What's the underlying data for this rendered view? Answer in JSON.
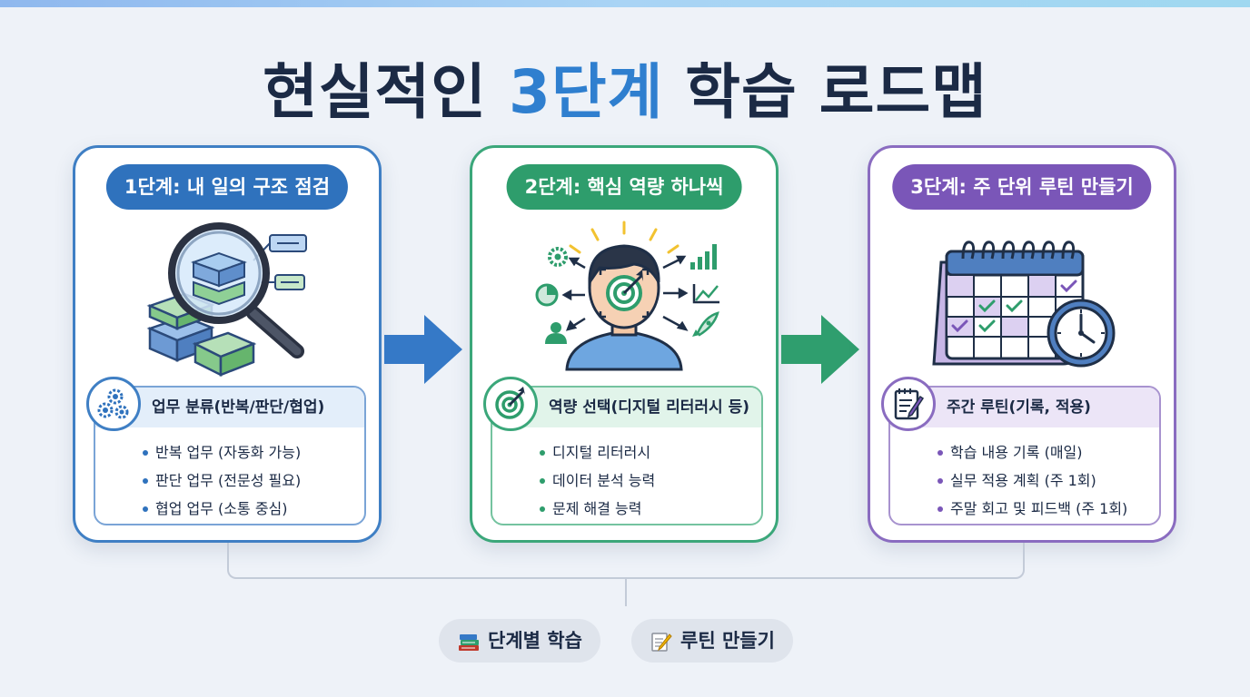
{
  "title": {
    "prefix": "현실적인 ",
    "accent": "3단계",
    "suffix": " 학습 로드맵"
  },
  "colors": {
    "stage1": "#2f72bd",
    "stage2": "#2e9d6c",
    "stage3": "#7a56b8",
    "text": "#1b2a45"
  },
  "stages": [
    {
      "title": "1단계: 내 일의 구조 점검",
      "illustration": "magnifier-over-stacked-blocks",
      "badge_icon": "gears-icon",
      "box_title": "업무 분류(반복/판단/협업)",
      "items": [
        "반복 업무 (자동화 가능)",
        "판단 업무 (전문성 필요)",
        "협업 업무 (소통 중심)"
      ]
    },
    {
      "title": "2단계: 핵심 역량 하나씩",
      "illustration": "person-with-target-and-skills",
      "badge_icon": "target-icon",
      "box_title": "역량 선택(디지털 리터러시 등)",
      "items": [
        "디지털 리터러시",
        "데이터 분석 능력",
        "문제 해결 능력"
      ]
    },
    {
      "title": "3단계: 주 단위 루틴 만들기",
      "illustration": "calendar-with-clock",
      "badge_icon": "notepad-icon",
      "box_title": "주간 루틴(기록, 적용)",
      "items": [
        "학습 내용 기록 (매일)",
        "실무 적용 계획 (주 1회)",
        "주말 회고 및 피드백 (주 1회)"
      ]
    }
  ],
  "footer_tags": [
    {
      "icon": "books-icon",
      "label": "단계별 학습"
    },
    {
      "icon": "memo-icon",
      "label": "루틴 만들기"
    }
  ]
}
